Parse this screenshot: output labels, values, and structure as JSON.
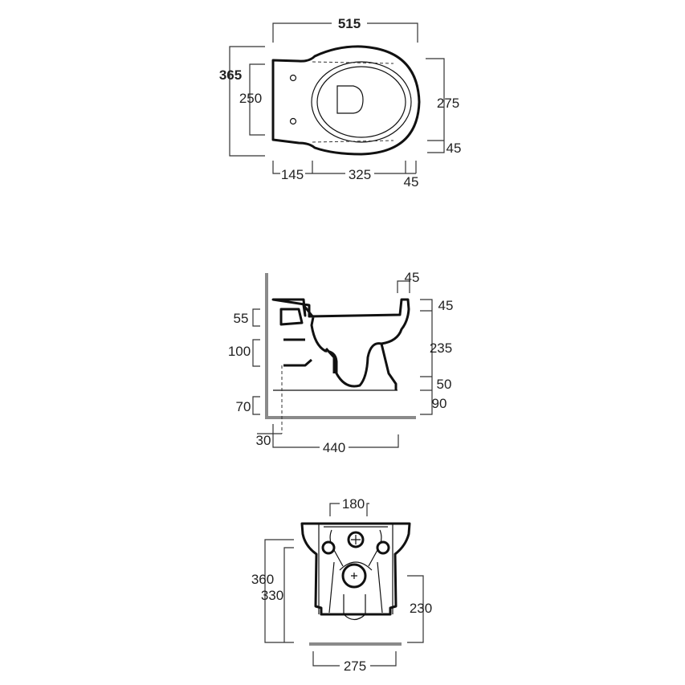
{
  "top_view": {
    "overall_length": "515",
    "overall_width": "365",
    "rear_width": "250",
    "bowl_width": "275",
    "front_offset": "45",
    "rear_length": "145",
    "bowl_length": "325",
    "front_length": "45"
  },
  "side_view": {
    "rim_thickness": "45",
    "rim_width": "45",
    "bowl_depth": "235",
    "base_height": "50",
    "floor_clearance": "90",
    "inlet_height": "55",
    "outlet_height": "100",
    "bottom_gap": "70",
    "wall_offset": "30",
    "projection": "440"
  },
  "front_view": {
    "fixing_centres": "180",
    "total_height": "360",
    "body_height": "330",
    "outlet_height": "230",
    "base_width": "275"
  }
}
